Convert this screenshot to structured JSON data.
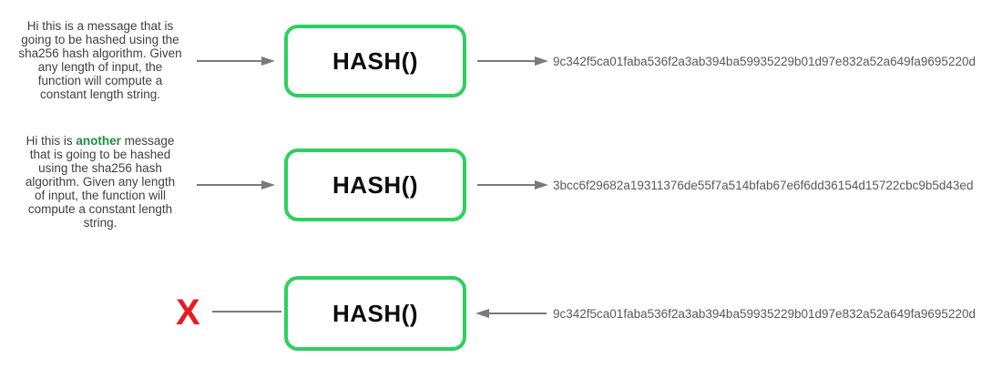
{
  "colors": {
    "box_border_green": "#2ed060",
    "arrow_gray": "#7a7a7a",
    "body_text": "#3f3f3f",
    "hash_text": "#595959",
    "highlight_green": "#1e8e3e",
    "x_red": "#e81c25"
  },
  "rows": [
    {
      "input_text": "Hi this is a message that is\ngoing to be hashed using the\nsha256 hash algorithm. Given\nany length of input, the\nfunction will compute a\nconstant length string.",
      "box_label": "HASH()",
      "output_hash": "9c342f5ca01faba536f2a3ab394ba59935229b01d97e832a52a649fa9695220d"
    },
    {
      "input_prefix": "Hi this is ",
      "input_highlight": "another",
      "input_suffix": " message\nthat is going to be hashed\nusing the sha256 hash\nalgorithm. Given any length\nof input, the function will\ncompute a constant length\nstring.",
      "box_label": "HASH()",
      "output_hash": "3bcc6f29682a19311376de55f7a514bfab67e6f6dd36154d15722cbc9b5d43ed"
    },
    {
      "blocked_symbol": "X",
      "box_label": "HASH()",
      "input_hash": "9c342f5ca01faba536f2a3ab394ba59935229b01d97e832a52a649fa9695220d"
    }
  ]
}
